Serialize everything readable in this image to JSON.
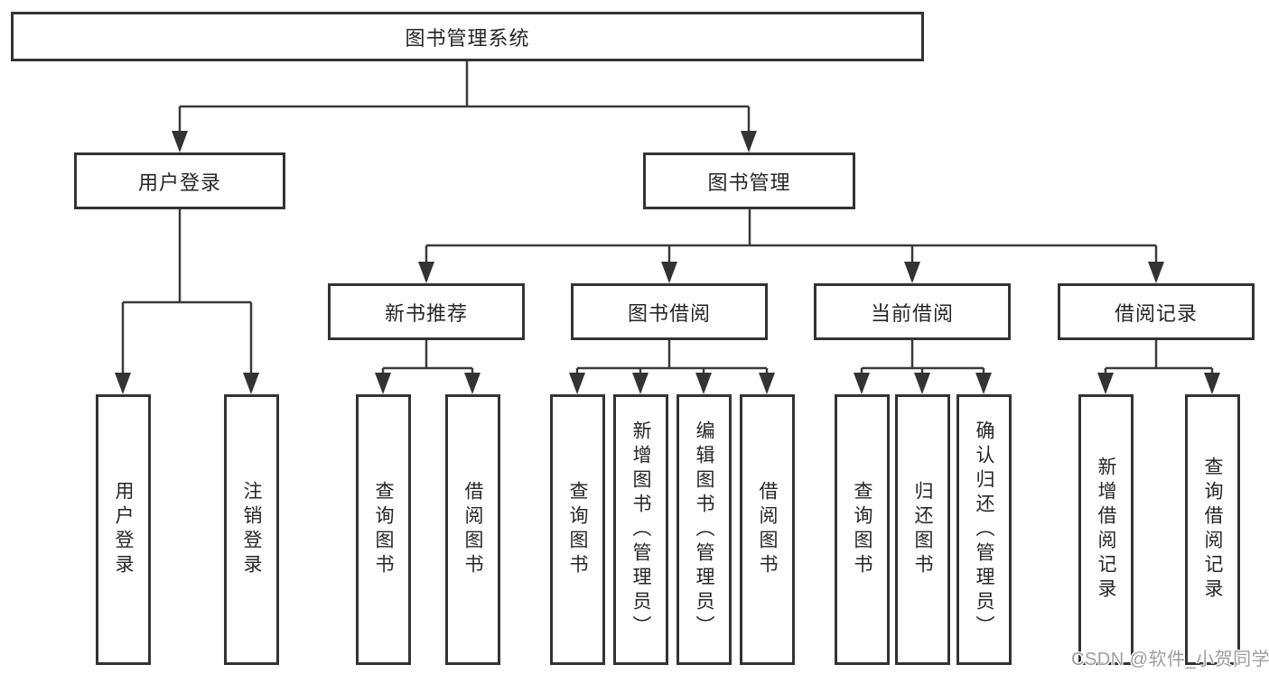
{
  "diagram_title": "图书管理系统",
  "tree": {
    "label": "图书管理系统",
    "children": [
      {
        "label": "用户登录",
        "children": [
          {
            "label": "用户登录"
          },
          {
            "label": "注销登录"
          }
        ]
      },
      {
        "label": "图书管理",
        "children": [
          {
            "label": "新书推荐",
            "children": [
              {
                "label": "查询图书"
              },
              {
                "label": "借阅图书"
              }
            ]
          },
          {
            "label": "图书借阅",
            "children": [
              {
                "label": "查询图书"
              },
              {
                "label": "新增图书（管理员）"
              },
              {
                "label": "编辑图书（管理员）"
              },
              {
                "label": "借阅图书"
              }
            ]
          },
          {
            "label": "当前借阅",
            "children": [
              {
                "label": "查询图书"
              },
              {
                "label": "归还图书"
              },
              {
                "label": "确认归还（管理员）"
              }
            ]
          },
          {
            "label": "借阅记录",
            "children": [
              {
                "label": "新增借阅记录"
              },
              {
                "label": "查询借阅记录"
              }
            ]
          }
        ]
      }
    ]
  },
  "watermark": {
    "text": "CSDN @软件_小贺同学"
  },
  "colors": {
    "background": "#ffffff",
    "box_border": "#333333",
    "connector_line": "#3a3a3a",
    "text": "#262626",
    "watermark_text": "#9e9e9e"
  }
}
